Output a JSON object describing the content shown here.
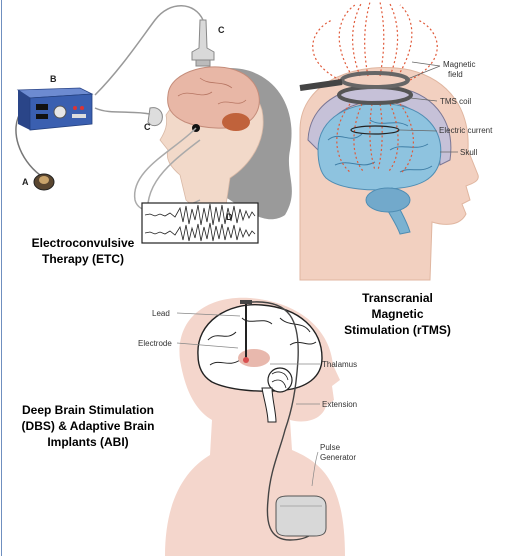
{
  "captions": {
    "ect": [
      "Electroconvulsive",
      "Therapy (ETC)"
    ],
    "rtms": [
      "Transcranial",
      "Magnetic",
      "Stimulation (rTMS)"
    ],
    "dbs": [
      "Deep Brain Stimulation",
      "(DBS) & Adaptive Brain",
      "Implants (ABI)"
    ]
  },
  "ect_labels": {
    "a": "A",
    "b": "B",
    "c_top": "C",
    "c_side": "C",
    "d": "D"
  },
  "tms_labels": {
    "magnetic_field": [
      "Magnetic",
      "field"
    ],
    "tms_coil": "TMS coil",
    "electric_current": "Electric current",
    "skull": "Skull"
  },
  "dbs_labels": {
    "lead": "Lead",
    "electrode": "Electrode",
    "thalamus": "Thalamus",
    "extension": "Extension",
    "pulse_generator": [
      "Pulse",
      "Generator"
    ]
  },
  "colors": {
    "brain_pink": "#e8b7a6",
    "brain_blue": "#8ec3df",
    "face_skin": "#f2d9c9",
    "dbs_skin": "#f4d6cc",
    "device_blue": "#3a5fb0",
    "field_red": "#e05a3a",
    "frame_blue": "#6f8fbf"
  }
}
